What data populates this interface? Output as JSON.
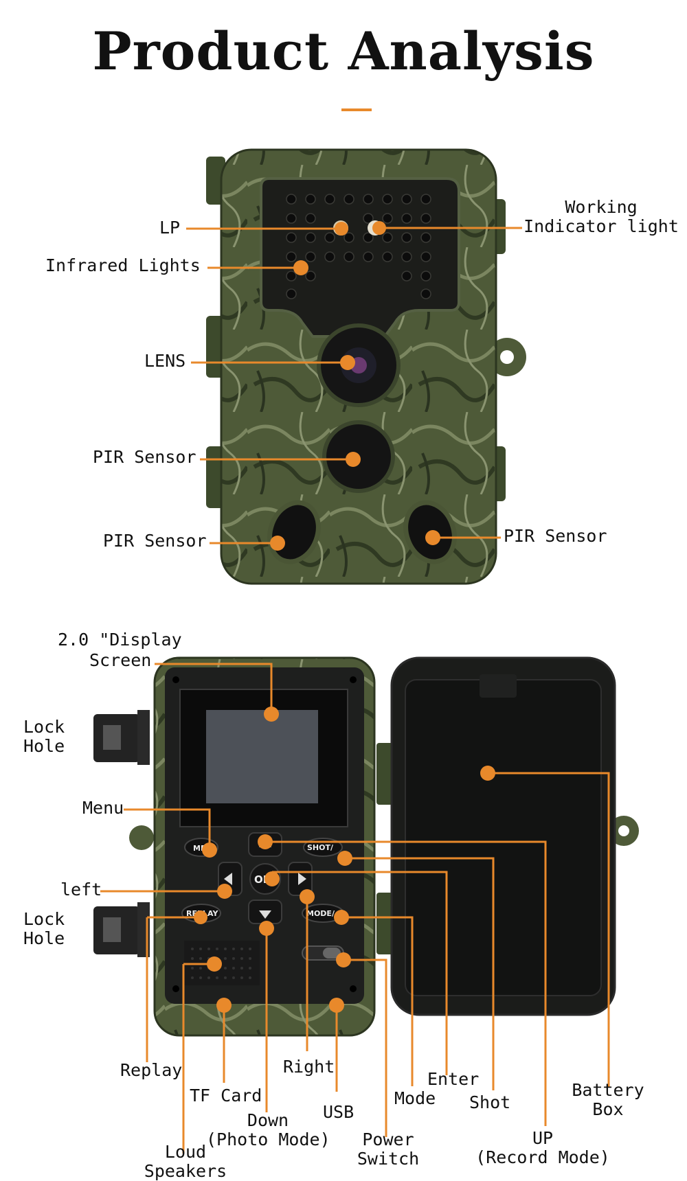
{
  "title": "Product Analysis",
  "colors": {
    "accent": "#e8892b",
    "camo_dark": "#3f4a2e",
    "camo_light": "#6f7a55",
    "text": "#111111"
  },
  "front_labels": {
    "lp": "LP",
    "working_indicator": {
      "line1": "Working",
      "line2": "Indicator light"
    },
    "infrared_lights": "Infrared Lights",
    "lens": "LENS",
    "pir_center": "PIR Sensor",
    "pir_left": "PIR Sensor",
    "pir_right": "PIR Sensor"
  },
  "back_labels": {
    "display": {
      "line1": "2.0 \"Display",
      "line2": "Screen"
    },
    "lock_hole_top": {
      "line1": "Lock",
      "line2": "Hole"
    },
    "lock_hole_bottom": {
      "line1": "Lock",
      "line2": "Hole"
    },
    "menu": "Menu",
    "left": "left",
    "replay": "Replay",
    "tf_card": "TF Card",
    "down": {
      "line1": "Down",
      "line2": "(Photo Mode)"
    },
    "right": "Right",
    "usb": "USB",
    "loud_speakers": {
      "line1": "Loud",
      "line2": "Speakers"
    },
    "power_switch": {
      "line1": "Power",
      "line2": "Switch"
    },
    "mode": "Mode",
    "enter": "Enter",
    "shot": "Shot",
    "up": {
      "line1": "UP",
      "line2": "(Record Mode)"
    },
    "battery_box": {
      "line1": "Battery",
      "line2": "Box"
    }
  },
  "device_buttons": {
    "menu": "ME",
    "shot": "SHOT/",
    "ok": "OK",
    "replay": "REPLAY",
    "mode": "MODE/"
  }
}
